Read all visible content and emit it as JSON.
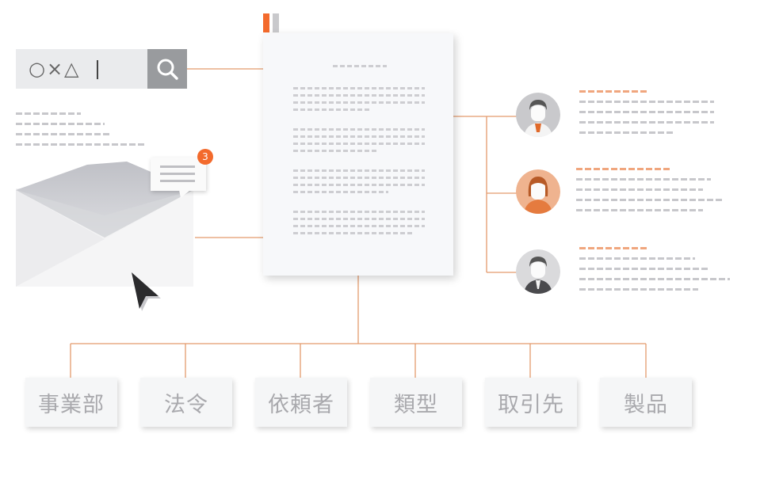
{
  "search": {
    "query": "○×△",
    "icon": "search-icon"
  },
  "notification": {
    "count": "3",
    "icon": "envelope-icon"
  },
  "categories": [
    {
      "label": "事業部"
    },
    {
      "label": "法令"
    },
    {
      "label": "依頼者"
    },
    {
      "label": "類型"
    },
    {
      "label": "取引先"
    },
    {
      "label": "製品"
    }
  ],
  "people": [
    {
      "avatar": "man-gray-avatar-icon"
    },
    {
      "avatar": "woman-orange-avatar-icon"
    },
    {
      "avatar": "man-gray-avatar-icon"
    }
  ],
  "colors": {
    "accent": "#f36a2c",
    "line": "#e08c5a",
    "gray_panel": "#999b9e",
    "card_text": "#a9a9ad"
  }
}
